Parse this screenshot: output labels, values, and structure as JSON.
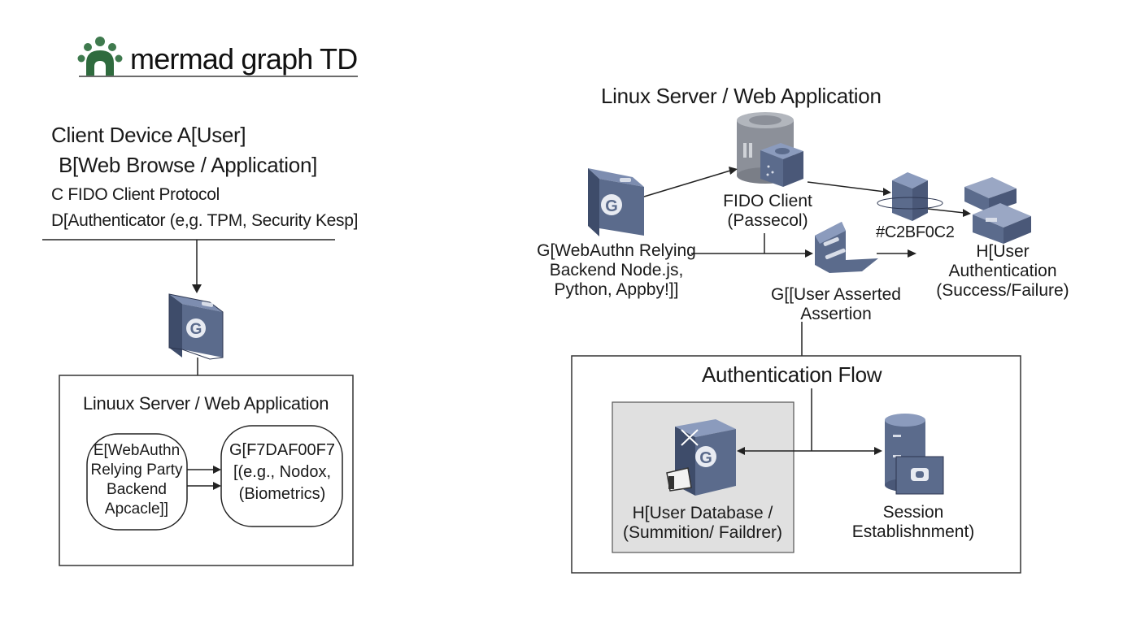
{
  "logo": {
    "title": "mermad graph TD",
    "icon": "sprout-logo-icon"
  },
  "client": {
    "line1": "Client Device A[User]",
    "line2": "B[Web Browse / Application]",
    "line3": "C FIDO Client Protocol",
    "line4": "D[Authenticator (e,g. TPM, Security Kesp]"
  },
  "left_server": {
    "title": "Linuux Server / Web Application",
    "node_e": [
      "E[WebAuthn",
      "Relying Party",
      "Backend",
      "Apcacle]]"
    ],
    "node_g": [
      "G[F7DAF00F7",
      "[(e.g., Nodox,",
      "(Biometrics)"
    ]
  },
  "right": {
    "title": "Linux Server / Web Application",
    "fido_client": [
      "FIDO Client",
      "(Passecol)"
    ],
    "color_label": "#C2BF0C2",
    "relying": [
      "G[WebAuthn Relying",
      "Backend Node.js,",
      "Python, Appby!]]"
    ],
    "user_auth": [
      "H[User Authentication",
      "(Success/Failure)"
    ],
    "assertion": [
      "G[[User Asserted",
      "Assertion"
    ]
  },
  "flow": {
    "title": "Authentication Flow",
    "db": [
      "H[User Database /",
      "(Summition/ Faildrer)"
    ],
    "session": [
      "Session",
      "Establishnment)"
    ]
  },
  "colors": {
    "device": "#5b6b8c",
    "device_light": "#7d8db0",
    "device_dark": "#3e4c6a",
    "cylinder": "#8c9099",
    "line": "#222222",
    "gray_panel": "#e0e0e0"
  }
}
